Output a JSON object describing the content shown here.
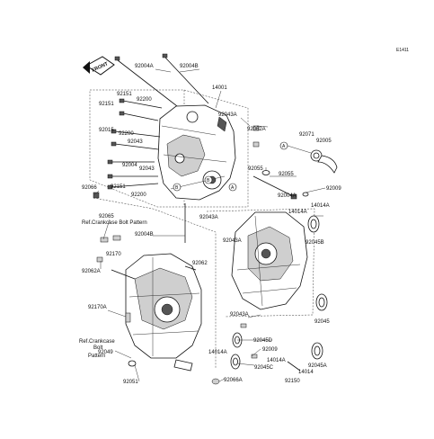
{
  "diagram_code": "E1411",
  "front_tag": "FRONT",
  "parts": [
    {
      "id": "p-14001",
      "label": "14001"
    },
    {
      "id": "p-92004A-top",
      "label": "92004A"
    },
    {
      "id": "p-92004B-top",
      "label": "92004B"
    },
    {
      "id": "p-92151-a",
      "label": "92151"
    },
    {
      "id": "p-92151-b",
      "label": "92151"
    },
    {
      "id": "p-92151-c",
      "label": "92151"
    },
    {
      "id": "p-92200-a",
      "label": "92200"
    },
    {
      "id": "p-92200-b",
      "label": "92200"
    },
    {
      "id": "p-92200-c",
      "label": "92200"
    },
    {
      "id": "p-92015",
      "label": "92015"
    },
    {
      "id": "p-92043-a",
      "label": "92043"
    },
    {
      "id": "p-92043-b",
      "label": "92043"
    },
    {
      "id": "p-92004-l",
      "label": "92004"
    },
    {
      "id": "p-92043A-top",
      "label": "92043A"
    },
    {
      "id": "p-92062A-top",
      "label": "92062A"
    },
    {
      "id": "p-92071",
      "label": "92071"
    },
    {
      "id": "p-92005",
      "label": "92005"
    },
    {
      "id": "p-92055",
      "label": "92055"
    },
    {
      "id": "p-92055-b",
      "label": "92055"
    },
    {
      "id": "p-92004A-mid",
      "label": "92004A"
    },
    {
      "id": "p-92009-top",
      "label": "92009"
    },
    {
      "id": "p-14014A-a",
      "label": "14014A"
    },
    {
      "id": "p-14014A-b",
      "label": "14014A"
    },
    {
      "id": "p-92066",
      "label": "92066"
    },
    {
      "id": "p-92065",
      "label": "92065"
    },
    {
      "id": "p-ref-top",
      "label": "Ref.Crankcase Bolt Pattern"
    },
    {
      "id": "p-92043A-m1",
      "label": "92043A"
    },
    {
      "id": "p-92043A-m2",
      "label": "92043A"
    },
    {
      "id": "p-92045B",
      "label": "92045B"
    },
    {
      "id": "p-92004B-mid",
      "label": "92004B"
    },
    {
      "id": "p-92170",
      "label": "92170"
    },
    {
      "id": "p-92062A-left",
      "label": "92062A"
    },
    {
      "id": "p-92062",
      "label": "92062"
    },
    {
      "id": "p-92170A",
      "label": "92170A"
    },
    {
      "id": "p-92043A-low",
      "label": "92043A"
    },
    {
      "id": "p-92045",
      "label": "92045"
    },
    {
      "id": "p-92049",
      "label": "92049"
    },
    {
      "id": "p-92045D",
      "label": "92045D"
    },
    {
      "id": "p-92009-low",
      "label": "92009"
    },
    {
      "id": "p-14014A-low",
      "label": "14014A"
    },
    {
      "id": "p-92045C",
      "label": "92045C"
    },
    {
      "id": "p-14014A-c",
      "label": "14014A"
    },
    {
      "id": "p-92045A",
      "label": "92045A"
    },
    {
      "id": "p-14014",
      "label": "14014"
    },
    {
      "id": "p-92150",
      "label": "92150"
    },
    {
      "id": "p-92051",
      "label": "92051"
    },
    {
      "id": "p-92066A",
      "label": "92066A"
    }
  ],
  "ref_bottom": [
    "Ref.Crankcase",
    "Bolt",
    "Pattern"
  ],
  "callouts": [
    "A",
    "B",
    "B",
    "A"
  ]
}
